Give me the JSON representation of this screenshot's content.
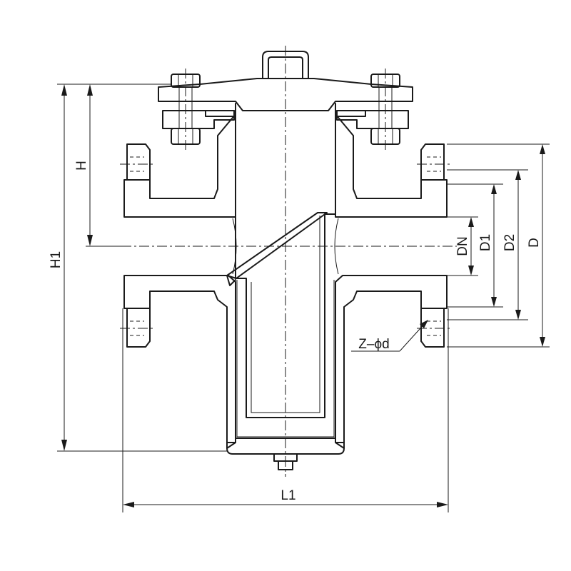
{
  "dimensions": {
    "H": "H",
    "H1": "H1",
    "L1": "L1",
    "DN": "DN",
    "D1": "D1",
    "D2": "D2",
    "D": "D",
    "bolt_holes": "Z–ϕd"
  }
}
